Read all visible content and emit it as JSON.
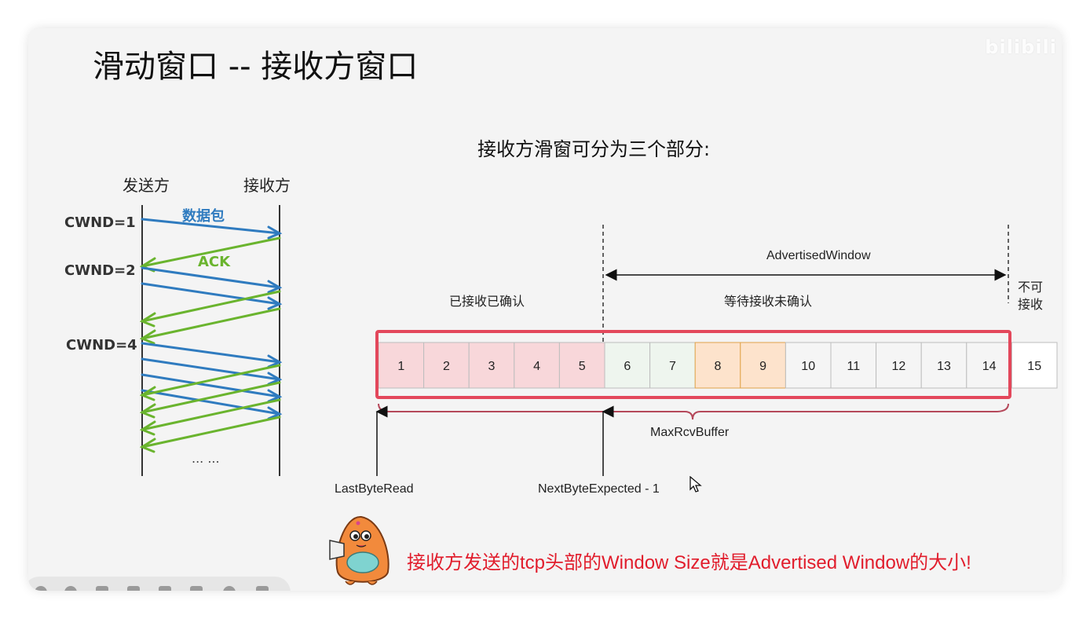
{
  "slide": {
    "title": "滑动窗口 -- 接收方窗口",
    "watermark": "bilibili",
    "subtitle": "接收方滑窗可分为三个部分:"
  },
  "sequence_diagram": {
    "sender_label": "发送方",
    "receiver_label": "接收方",
    "cwnd_labels": [
      "CWND=1",
      "CWND=2",
      "CWND=4"
    ],
    "data_label": "数据包",
    "ack_label": "ACK",
    "ellipsis": "... ...",
    "colors": {
      "data": "#2f7bbf",
      "ack": "#6ab42e"
    }
  },
  "window_diagram": {
    "advertised_window_label": "AdvertisedWindow",
    "received_ack_label": "已接收已确认",
    "waiting_label": "等待接收未确认",
    "not_receivable_label_line1": "不可",
    "not_receivable_label_line2": "接收",
    "max_rcv_buffer_label": "MaxRcvBuffer",
    "last_byte_read_label": "LastByteRead",
    "next_byte_expected_label": "NextByteExpected - 1",
    "cells": [
      {
        "n": "1",
        "state": "acked"
      },
      {
        "n": "2",
        "state": "acked"
      },
      {
        "n": "3",
        "state": "acked"
      },
      {
        "n": "4",
        "state": "acked"
      },
      {
        "n": "5",
        "state": "acked"
      },
      {
        "n": "6",
        "state": "free"
      },
      {
        "n": "7",
        "state": "free"
      },
      {
        "n": "8",
        "state": "received"
      },
      {
        "n": "9",
        "state": "received"
      },
      {
        "n": "10",
        "state": "empty"
      },
      {
        "n": "11",
        "state": "empty"
      },
      {
        "n": "12",
        "state": "empty"
      },
      {
        "n": "13",
        "state": "empty"
      },
      {
        "n": "14",
        "state": "empty"
      },
      {
        "n": "15",
        "state": "outside"
      }
    ],
    "colors": {
      "acked": "#f8d7da",
      "free": "#eef5ee",
      "received": "#fde3cc",
      "empty": "#f5f5f5",
      "outside": "#ffffff",
      "buffer_border": "#e3475b"
    }
  },
  "note": "接收方发送的tcp头部的Window Size就是Advertised Window的大小!",
  "toolbar": {
    "icons": [
      "back-icon",
      "pen-icon",
      "pointer-icon",
      "expand-icon",
      "screen-icon",
      "grid-icon",
      "zoom-icon",
      "more-icon"
    ]
  }
}
